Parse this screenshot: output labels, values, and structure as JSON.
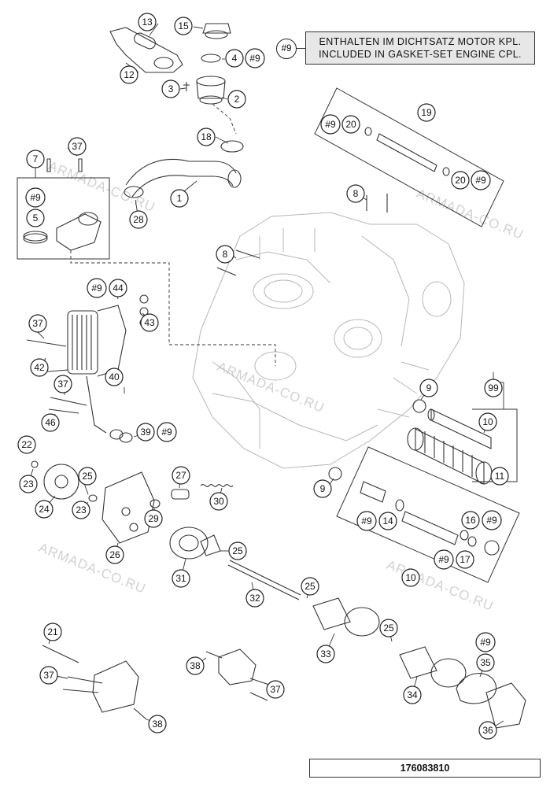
{
  "note": {
    "ref": "#9",
    "line_de": "ENTHALTEN IM DICHTSATZ MOTOR KPL.",
    "line_en": "INCLUDED IN GASKET-SET ENGINE CPL."
  },
  "drawing_number": "176083810",
  "watermark": "ARMADA-CO.RU",
  "callouts": {
    "c1": "1",
    "c2": "2",
    "c3": "3",
    "c4": "4",
    "c4b": "#9",
    "c5": "5",
    "c7": "7",
    "c7b": "#9",
    "c8a": "8",
    "c8b": "8",
    "c9a": "9",
    "c9b": "9",
    "c10a": "10",
    "c10b": "10",
    "c11": "11",
    "c12": "12",
    "c13": "13",
    "c14": "14",
    "c14b": "#9",
    "c15": "15",
    "c16": "16",
    "c16b": "#9",
    "c17": "17",
    "c17b": "#9",
    "c18": "18",
    "c19": "19",
    "c20a": "20",
    "c20ab": "#9",
    "c20b": "20",
    "c20bb": "#9",
    "c21": "21",
    "c22": "22",
    "c23a": "23",
    "c23b": "23",
    "c24": "24",
    "c25a": "25",
    "c25b": "25",
    "c25c": "25",
    "c25d": "25",
    "c26": "26",
    "c27": "27",
    "c28": "28",
    "c29": "29",
    "c30": "30",
    "c31": "31",
    "c32": "32",
    "c33": "33",
    "c34": "34",
    "c35": "35",
    "c35b": "#9",
    "c36": "36",
    "c37a": "37",
    "c37b": "37",
    "c37c": "37",
    "c37d": "37",
    "c37e": "37",
    "c38a": "38",
    "c38b": "38",
    "c39": "39",
    "c39b": "#9",
    "c40": "40",
    "c42": "42",
    "c43": "43",
    "c44": "44",
    "c44b": "#9",
    "c46": "46",
    "c99": "99"
  }
}
